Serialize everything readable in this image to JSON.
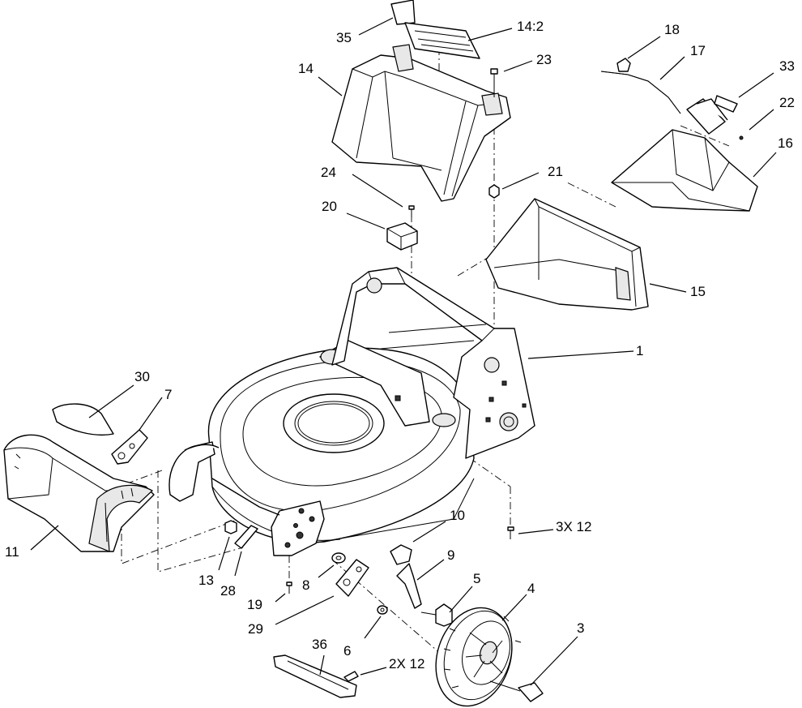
{
  "callouts": [
    {
      "id": "c1",
      "text": "1"
    },
    {
      "id": "c3",
      "text": "3"
    },
    {
      "id": "c3x12",
      "text": "3X 12"
    },
    {
      "id": "c4",
      "text": "4"
    },
    {
      "id": "c5",
      "text": "5"
    },
    {
      "id": "c6",
      "text": "6"
    },
    {
      "id": "c2x12",
      "text": "2X 12"
    },
    {
      "id": "c7",
      "text": "7"
    },
    {
      "id": "c8",
      "text": "8"
    },
    {
      "id": "c9",
      "text": "9"
    },
    {
      "id": "c10",
      "text": "10"
    },
    {
      "id": "c11",
      "text": "11"
    },
    {
      "id": "c13",
      "text": "13"
    },
    {
      "id": "c14",
      "text": "14"
    },
    {
      "id": "c14_2",
      "text": "14:2"
    },
    {
      "id": "c15",
      "text": "15"
    },
    {
      "id": "c16",
      "text": "16"
    },
    {
      "id": "c17",
      "text": "17"
    },
    {
      "id": "c18",
      "text": "18"
    },
    {
      "id": "c19",
      "text": "19"
    },
    {
      "id": "c20",
      "text": "20"
    },
    {
      "id": "c21",
      "text": "21"
    },
    {
      "id": "c22",
      "text": "22"
    },
    {
      "id": "c23",
      "text": "23"
    },
    {
      "id": "c24",
      "text": "24"
    },
    {
      "id": "c28",
      "text": "28"
    },
    {
      "id": "c29",
      "text": "29"
    },
    {
      "id": "c30",
      "text": "30"
    },
    {
      "id": "c33",
      "text": "33"
    },
    {
      "id": "c35",
      "text": "35"
    },
    {
      "id": "c36",
      "text": "36"
    }
  ]
}
